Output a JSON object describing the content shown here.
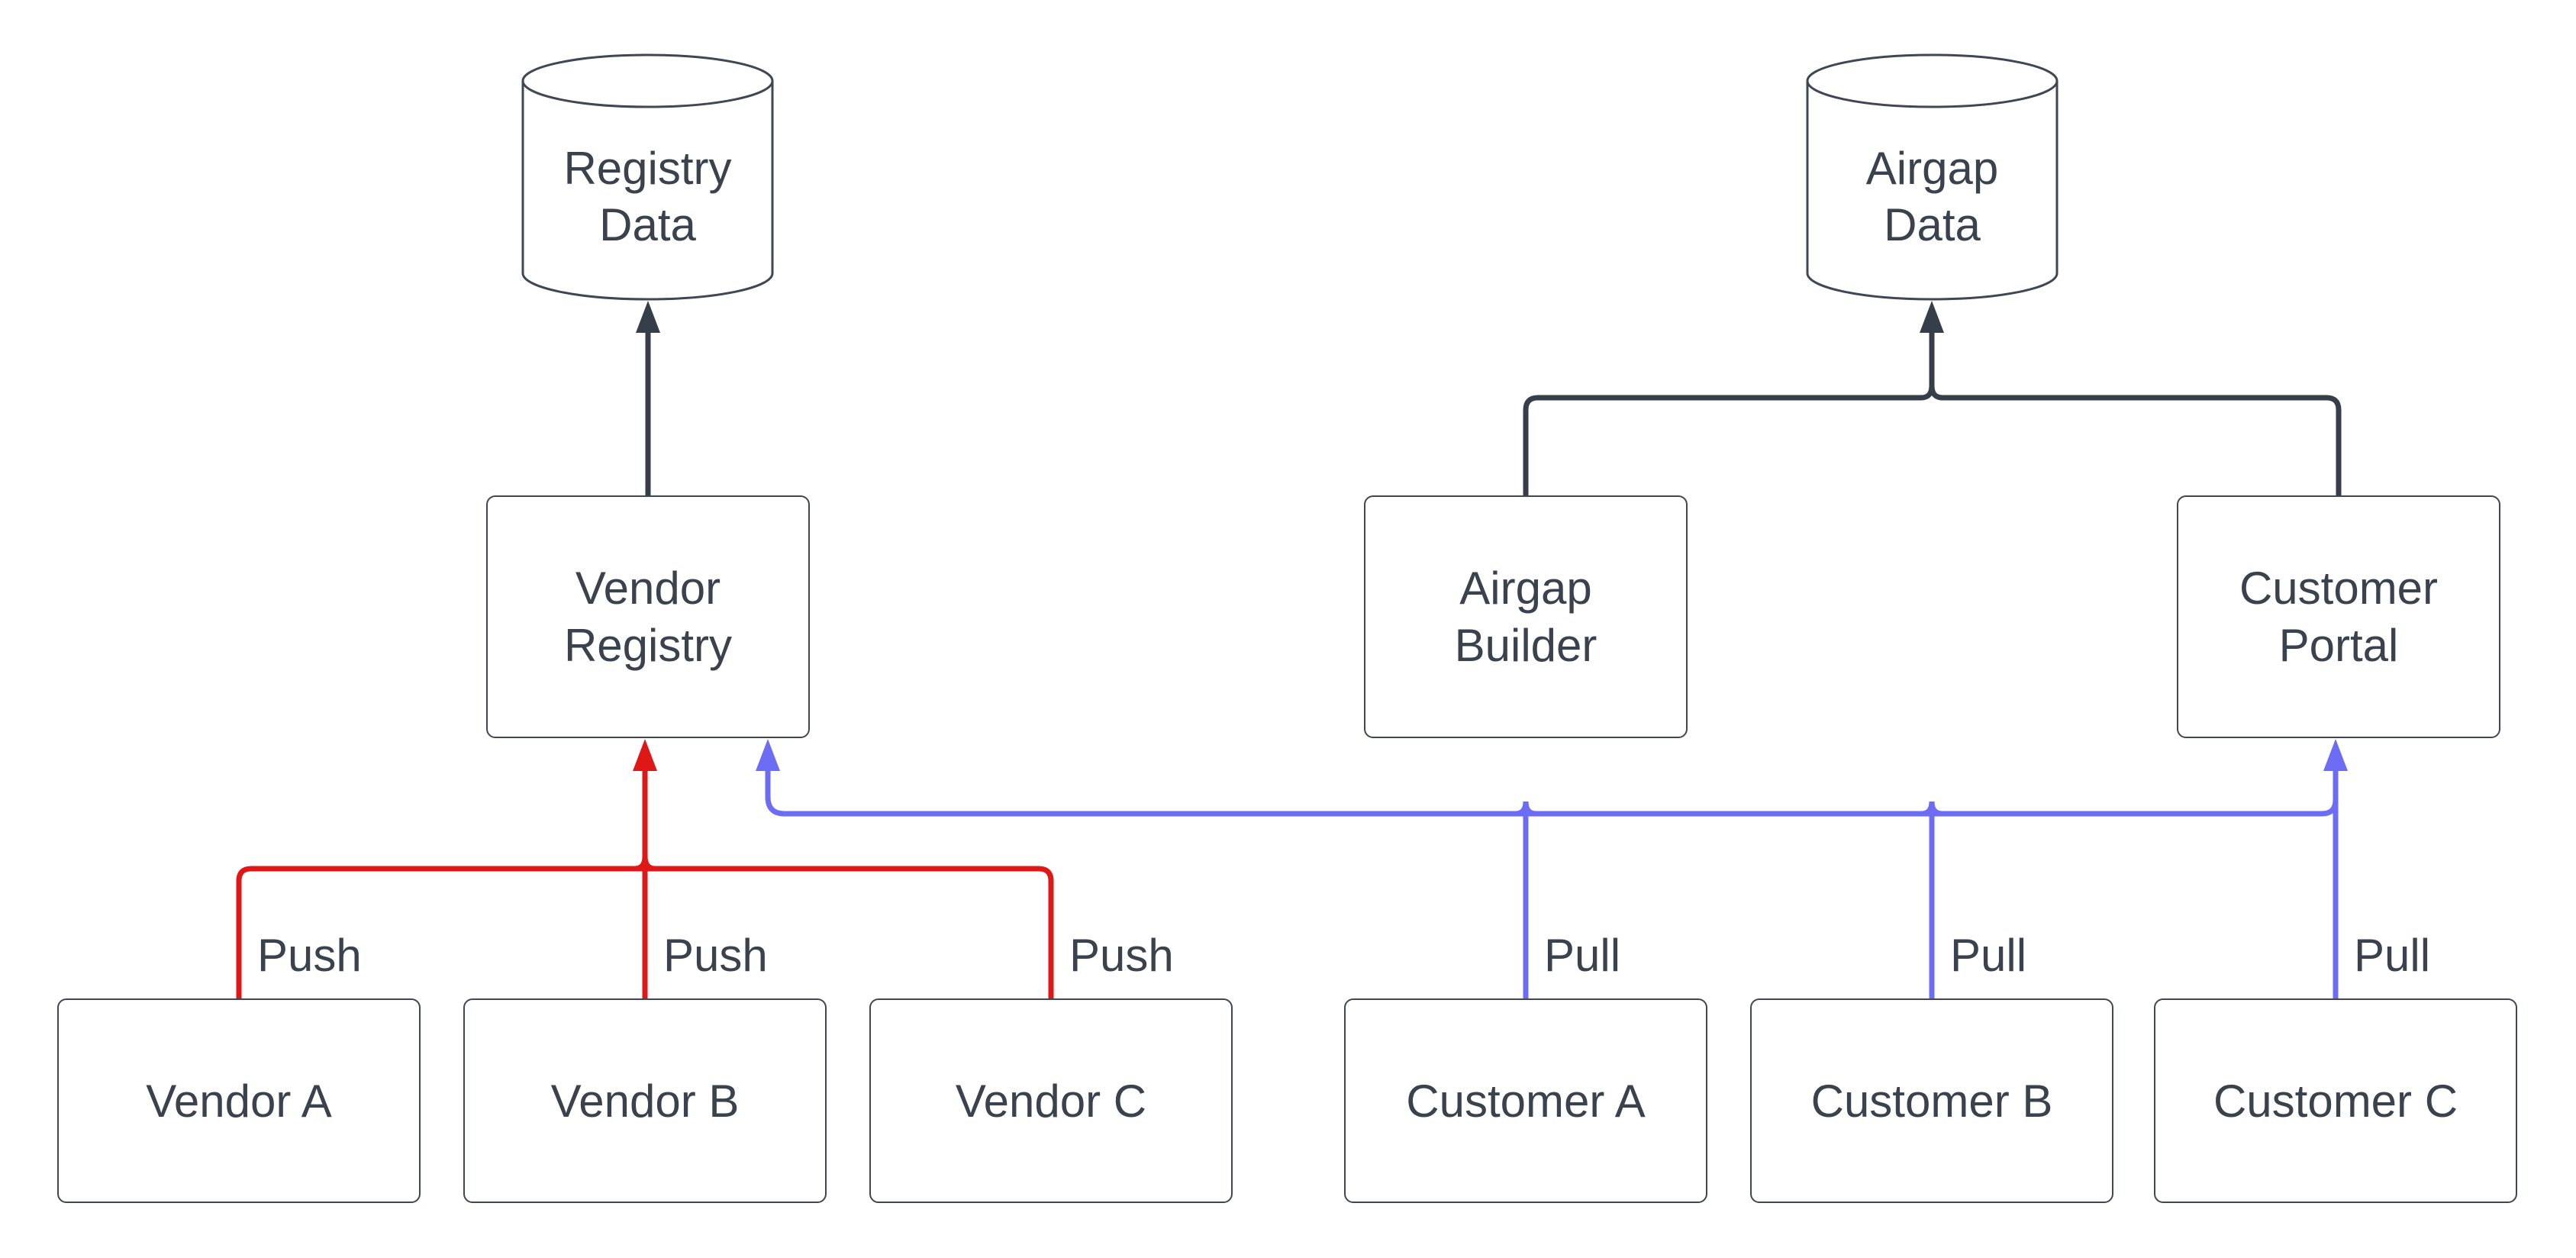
{
  "diagram": {
    "colors": {
      "background": "#ffffff",
      "node_stroke": "#3f4754",
      "text": "#3a424e",
      "dark_connector": "#363e4a",
      "push_red": "#e01717",
      "pull_blue": "#6c6cf5"
    },
    "datastores": {
      "registry_data": {
        "line1": "Registry",
        "line2": "Data"
      },
      "airgap_data": {
        "line1": "Airgap",
        "line2": "Data"
      }
    },
    "nodes": {
      "vendor_registry": {
        "line1": "Vendor",
        "line2": "Registry"
      },
      "airgap_builder": {
        "line1": "Airgap",
        "line2": "Builder"
      },
      "customer_portal": {
        "line1": "Customer",
        "line2": "Portal"
      },
      "vendor_a": {
        "label": "Vendor A"
      },
      "vendor_b": {
        "label": "Vendor B"
      },
      "vendor_c": {
        "label": "Vendor C"
      },
      "customer_a": {
        "label": "Customer A"
      },
      "customer_b": {
        "label": "Customer B"
      },
      "customer_c": {
        "label": "Customer C"
      }
    },
    "edge_labels": {
      "push": [
        "Push",
        "Push",
        "Push"
      ],
      "pull": [
        "Pull",
        "Pull",
        "Pull"
      ]
    }
  }
}
